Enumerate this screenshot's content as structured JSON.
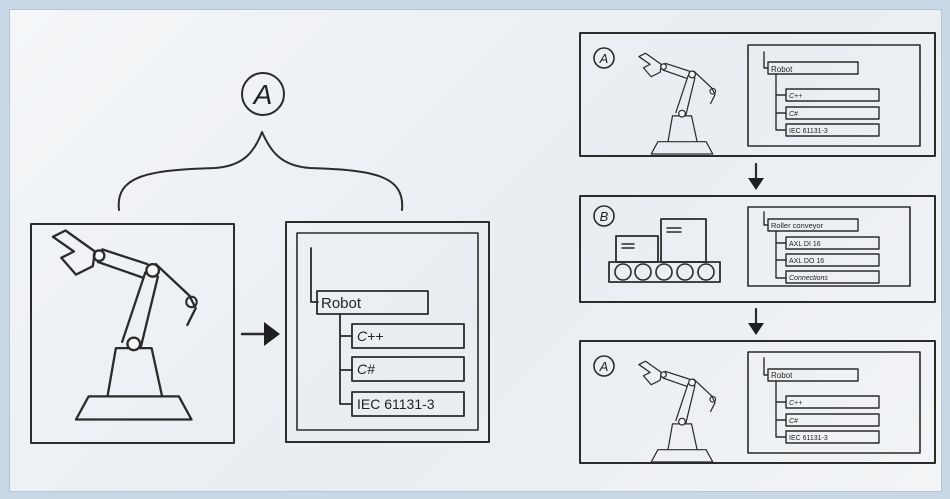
{
  "large": {
    "badge": "A",
    "tree_root": "Robot",
    "tree_items": [
      "C++",
      "C#",
      "IEC 61131-3"
    ]
  },
  "panel_a_top": {
    "badge": "A",
    "tree_root": "Robot",
    "tree_items": [
      "C++",
      "C#",
      "IEC 61131-3"
    ]
  },
  "panel_b": {
    "badge": "B",
    "tree_root": "Roller conveyor",
    "tree_items": [
      "AXL DI 16",
      "AXL DO 16",
      "Connections"
    ]
  },
  "panel_a_bottom": {
    "badge": "A",
    "tree_root": "Robot",
    "tree_items": [
      "C++",
      "C#",
      "IEC 61131-3"
    ]
  },
  "colors": {
    "ink": "#2b2b2b",
    "background": "#c9d8e6",
    "panel": "#eef1f4"
  }
}
